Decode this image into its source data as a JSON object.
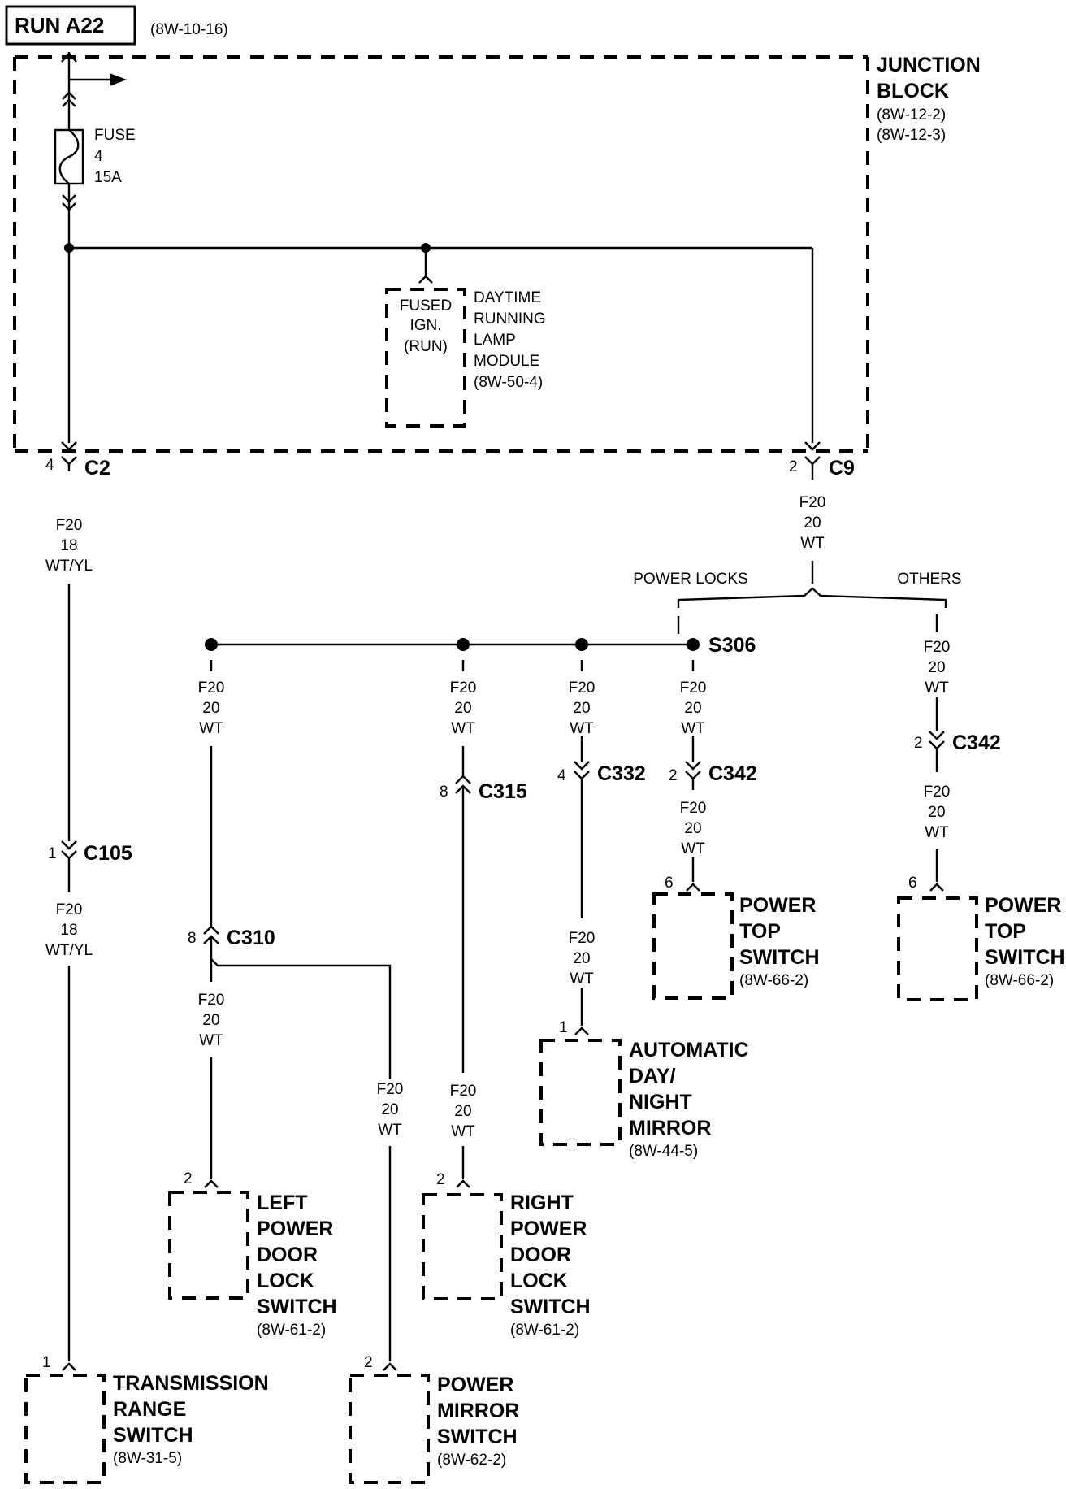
{
  "header": {
    "circuit": "RUN A22",
    "ref": "(8W-10-16)"
  },
  "junction_block": {
    "name_1": "JUNCTION",
    "name_2": "BLOCK",
    "ref_1": "(8W-12-2)",
    "ref_2": "(8W-12-3)"
  },
  "fuse": {
    "label": "FUSE",
    "number": "4",
    "rating": "15A"
  },
  "drl_module": {
    "pin_1": "FUSED",
    "pin_2": "IGN.",
    "pin_3": "(RUN)",
    "name_1": "DAYTIME",
    "name_2": "RUNNING",
    "name_3": "LAMP",
    "name_4": "MODULE",
    "ref": "(8W-50-4)"
  },
  "connectors": {
    "c2": {
      "pin": "4",
      "name": "C2"
    },
    "c9": {
      "pin": "2",
      "name": "C9"
    },
    "c105": {
      "pin": "1",
      "name": "C105"
    },
    "c310": {
      "pin": "8",
      "name": "C310"
    },
    "c315": {
      "pin": "8",
      "name": "C315"
    },
    "c332": {
      "pin": "4",
      "name": "C332"
    },
    "c342_a": {
      "pin": "2",
      "name": "C342"
    },
    "c342_b": {
      "pin": "2",
      "name": "C342"
    }
  },
  "splice": {
    "name": "S306"
  },
  "branches": {
    "power_locks": "POWER LOCKS",
    "others": "OTHERS"
  },
  "wire": {
    "circuit": "F20",
    "gauge_18": "18",
    "gauge_20": "20",
    "color_wtyl": "WT/YL",
    "color_wt": "WT"
  },
  "components": {
    "power_top_1": {
      "pin": "6",
      "name_1": "POWER",
      "name_2": "TOP",
      "name_3": "SWITCH",
      "ref": "(8W-66-2)"
    },
    "power_top_2": {
      "pin": "6",
      "name_1": "POWER",
      "name_2": "TOP",
      "name_3": "SWITCH",
      "ref": "(8W-66-2)"
    },
    "mirror_auto": {
      "pin": "1",
      "name_1": "AUTOMATIC",
      "name_2": "DAY/",
      "name_3": "NIGHT",
      "name_4": "MIRROR",
      "ref": "(8W-44-5)"
    },
    "left_lock": {
      "pin": "2",
      "name_1": "LEFT",
      "name_2": "POWER",
      "name_3": "DOOR",
      "name_4": "LOCK",
      "name_5": "SWITCH",
      "ref": "(8W-61-2)"
    },
    "right_lock": {
      "pin": "2",
      "name_1": "RIGHT",
      "name_2": "POWER",
      "name_3": "DOOR",
      "name_4": "LOCK",
      "name_5": "SWITCH",
      "ref": "(8W-61-2)"
    },
    "trans_range": {
      "pin": "1",
      "name_1": "TRANSMISSION",
      "name_2": "RANGE",
      "name_3": "SWITCH",
      "ref": "(8W-31-5)"
    },
    "power_mirror": {
      "pin": "2",
      "name_1": "POWER",
      "name_2": "MIRROR",
      "name_3": "SWITCH",
      "ref": "(8W-62-2)"
    }
  }
}
